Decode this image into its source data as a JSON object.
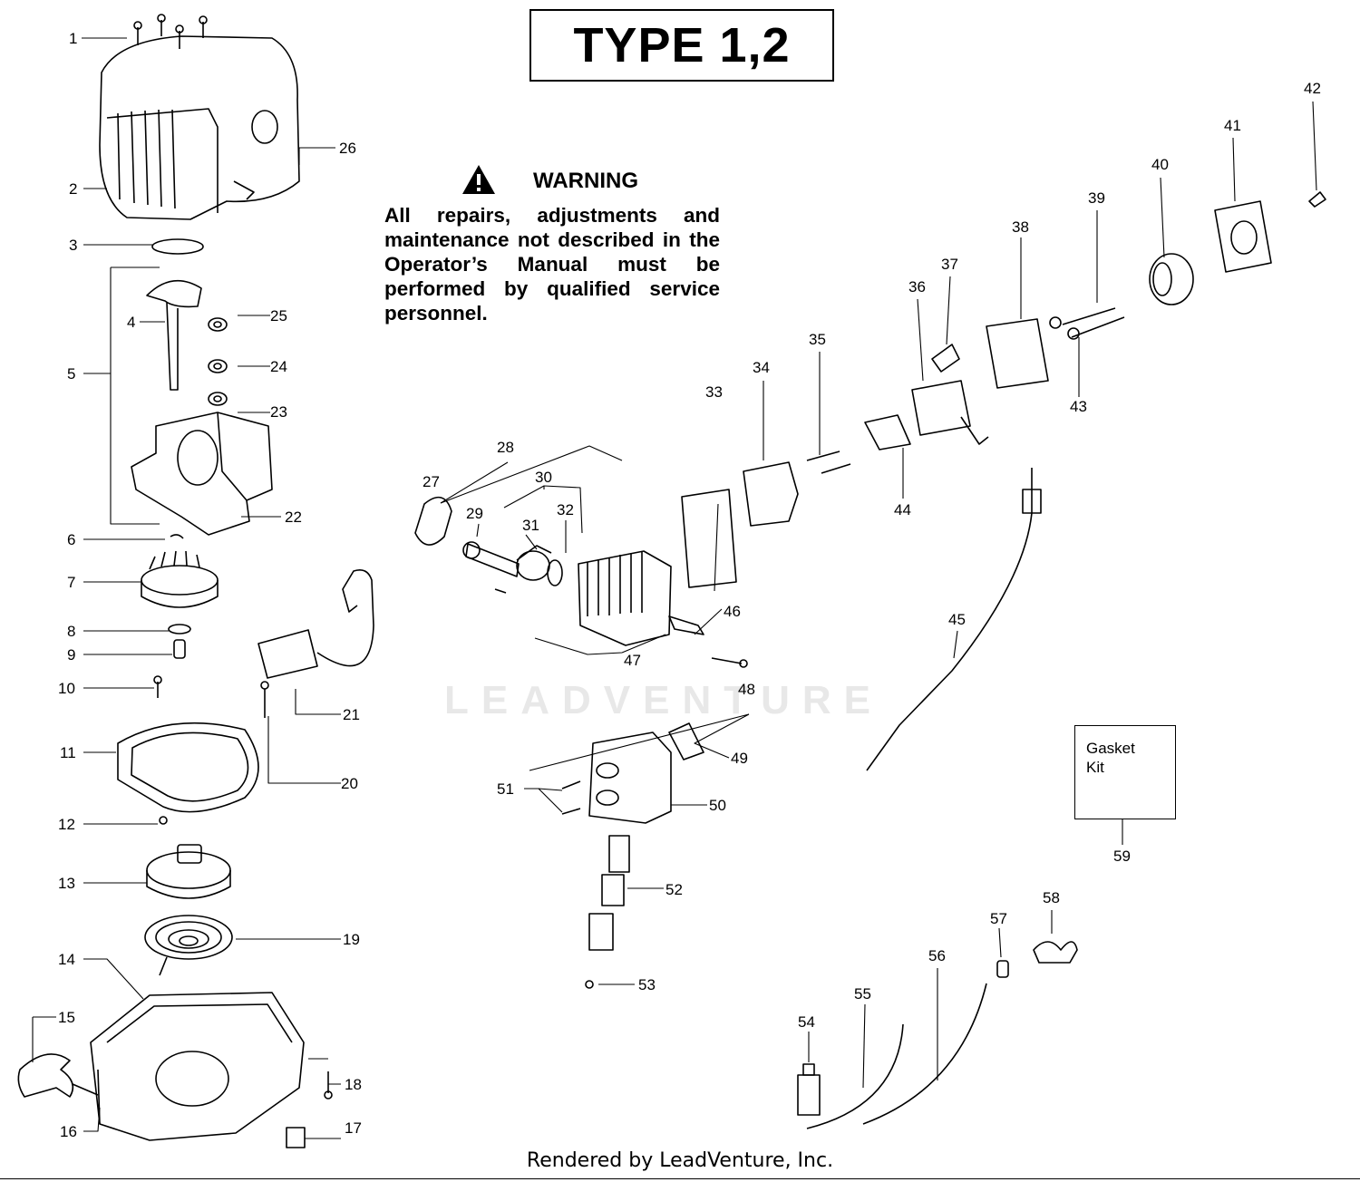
{
  "title": "TYPE 1,2",
  "warning": {
    "heading": "WARNING",
    "text": "All repairs, adjustments and maintenance not described in the Operator’s Manual must be performed by qualified service personnel.",
    "icon": "warning-triangle-icon"
  },
  "gasket_kit": {
    "label_line1": "Gasket",
    "label_line2": "Kit"
  },
  "watermark": "LEADVENTURE",
  "credit": "Rendered by LeadVenture, Inc.",
  "callouts": [
    "1",
    "2",
    "3",
    "4",
    "5",
    "6",
    "7",
    "8",
    "9",
    "10",
    "11",
    "12",
    "13",
    "14",
    "15",
    "16",
    "17",
    "18",
    "19",
    "20",
    "21",
    "22",
    "23",
    "24",
    "25",
    "26",
    "27",
    "28",
    "29",
    "30",
    "31",
    "32",
    "33",
    "34",
    "35",
    "36",
    "37",
    "38",
    "39",
    "40",
    "41",
    "42",
    "43",
    "44",
    "45",
    "46",
    "47",
    "48",
    "49",
    "50",
    "51",
    "52",
    "53",
    "54",
    "55",
    "56",
    "57",
    "58",
    "59"
  ]
}
